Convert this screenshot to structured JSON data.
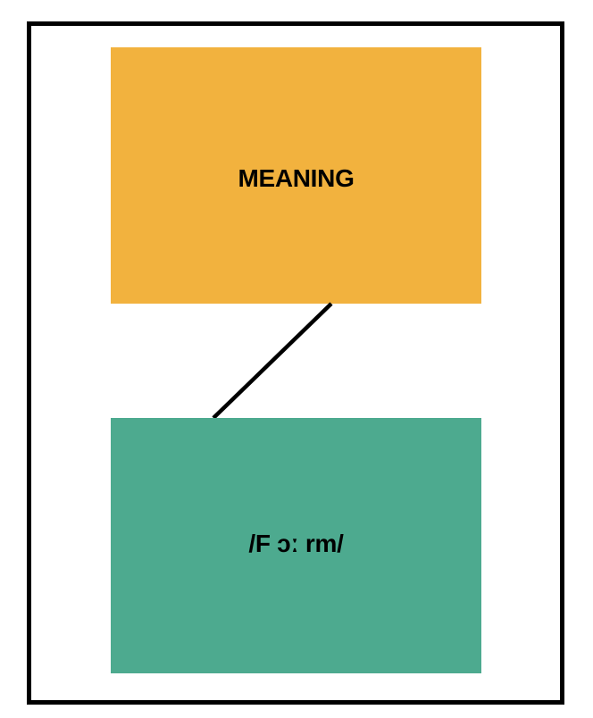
{
  "diagram": {
    "nodes": [
      {
        "id": "meaning",
        "label": "MEANING",
        "color": "#F2B23E"
      },
      {
        "id": "form",
        "label": "/F ɔː rm/",
        "color": "#4DAA8F"
      }
    ],
    "edges": [
      {
        "from": "meaning",
        "to": "form"
      }
    ],
    "frame_color": "#000000",
    "line_color": "#000000"
  }
}
